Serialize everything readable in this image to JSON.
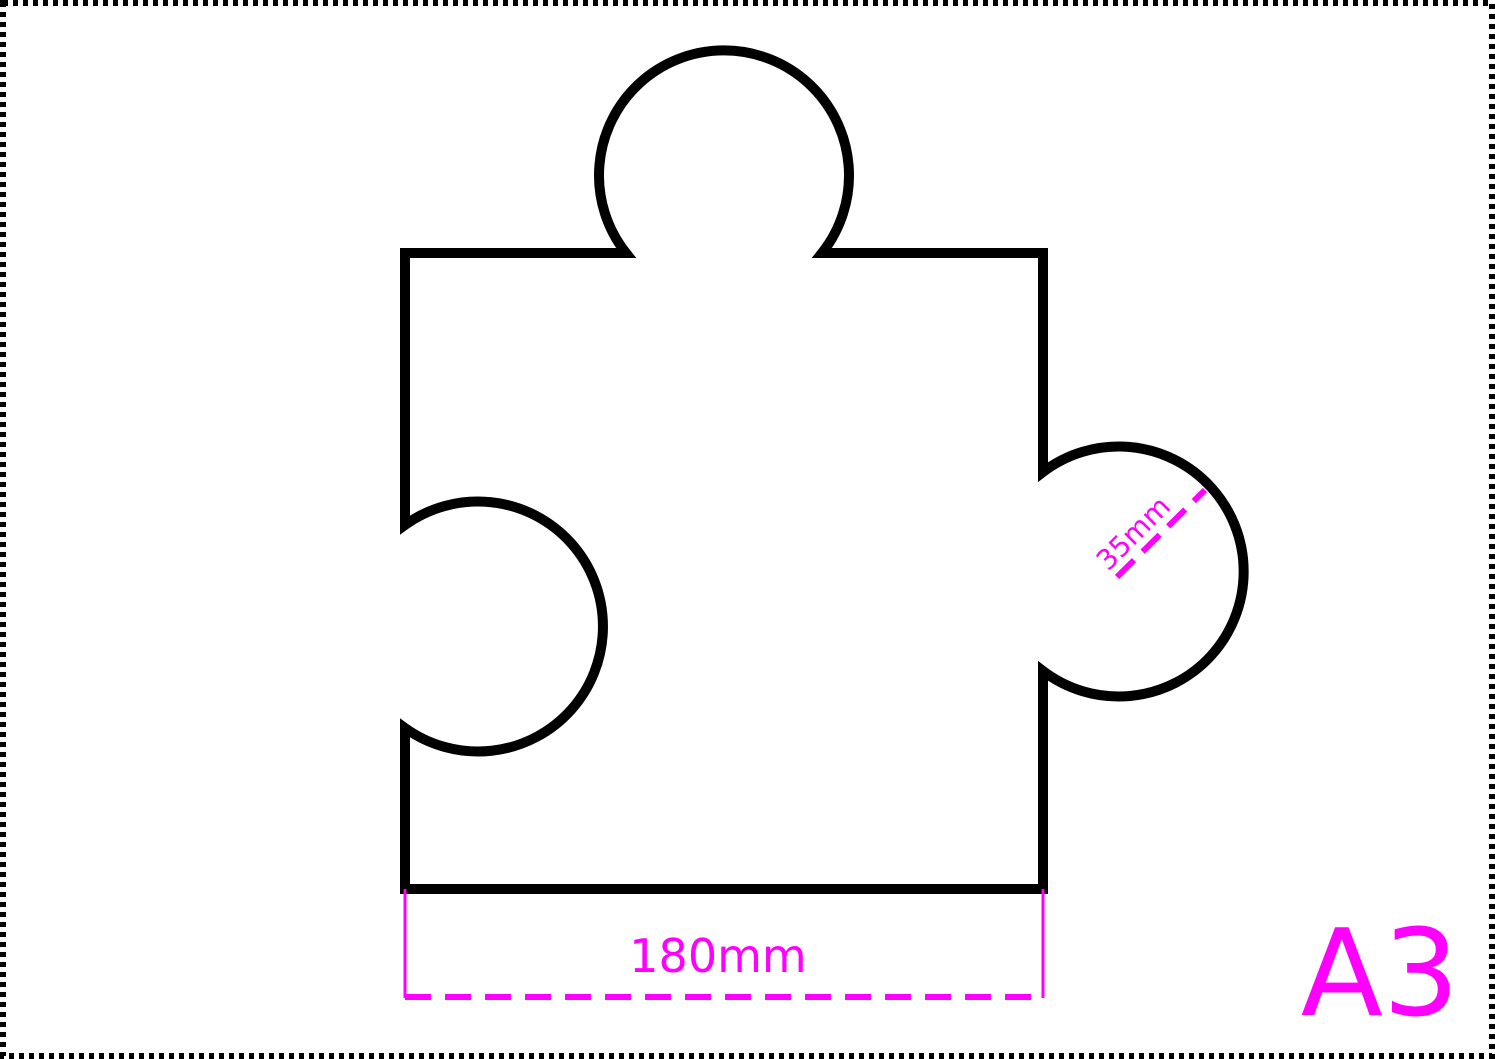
{
  "diagram": {
    "shape_name": "puzzle-piece",
    "colors": {
      "outline": "#000000",
      "dimension": "#ff00ff",
      "border": "#000000",
      "background": "#ffffff"
    },
    "dimensions": {
      "width_label": "180mm",
      "radius_label": "35mm"
    },
    "paper_size_label": "A3"
  }
}
